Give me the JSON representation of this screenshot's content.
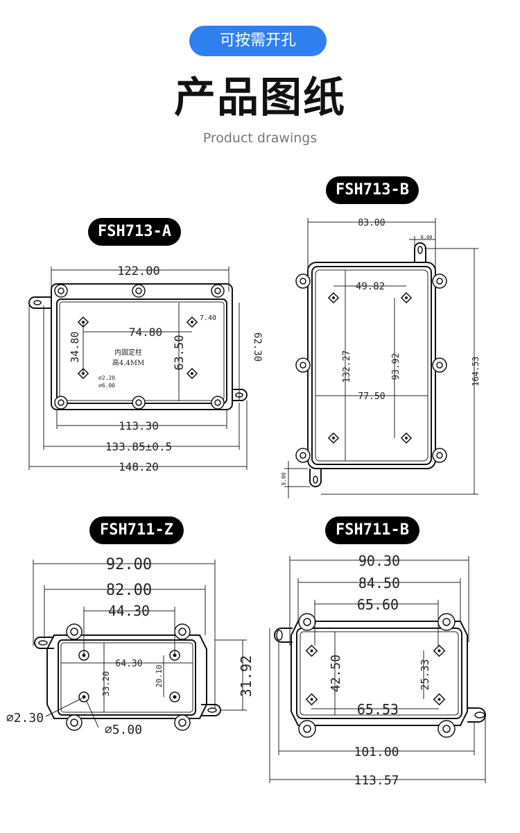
{
  "header": {
    "badge": "可按需开孔",
    "title": "产品图纸",
    "subtitle": "Product drawings"
  },
  "models": {
    "a": {
      "name": "FSH713-A",
      "dims": {
        "width": "122.00",
        "inner_h": "74.80",
        "offset": "7.40",
        "v1": "34.80",
        "v2": "63.50",
        "v3": "62.30",
        "inner_w": "113.30",
        "tol": "133.85±0.5",
        "total": "148.20",
        "d1": "⌀2.20",
        "d2": "⌀6.00"
      },
      "note1": "内固定柱",
      "note2": "高4.4MM"
    },
    "b": {
      "name": "FSH713-B",
      "dims": {
        "width": "83.00",
        "tab": "8.00",
        "holes_x": "49.82",
        "v1": "132.27",
        "v2": "93.92",
        "mid_x": "77.50",
        "height": "164.53",
        "bottom": "9.00"
      }
    },
    "z": {
      "name": "FSH711-Z",
      "dims": {
        "w1": "92.00",
        "w2": "82.00",
        "w3": "44.30",
        "w4": "64.30",
        "v1": "33.20",
        "v2": "20.10",
        "h": "31.92",
        "d1": "⌀2.30",
        "d2": "⌀5.00"
      }
    },
    "b2": {
      "name": "FSH711-B",
      "dims": {
        "w1": "90.30",
        "w2": "84.50",
        "w3": "65.60",
        "v1": "42.50",
        "v2": "25.33",
        "w4": "65.53",
        "w5": "101.00",
        "w6": "113.57"
      }
    }
  }
}
